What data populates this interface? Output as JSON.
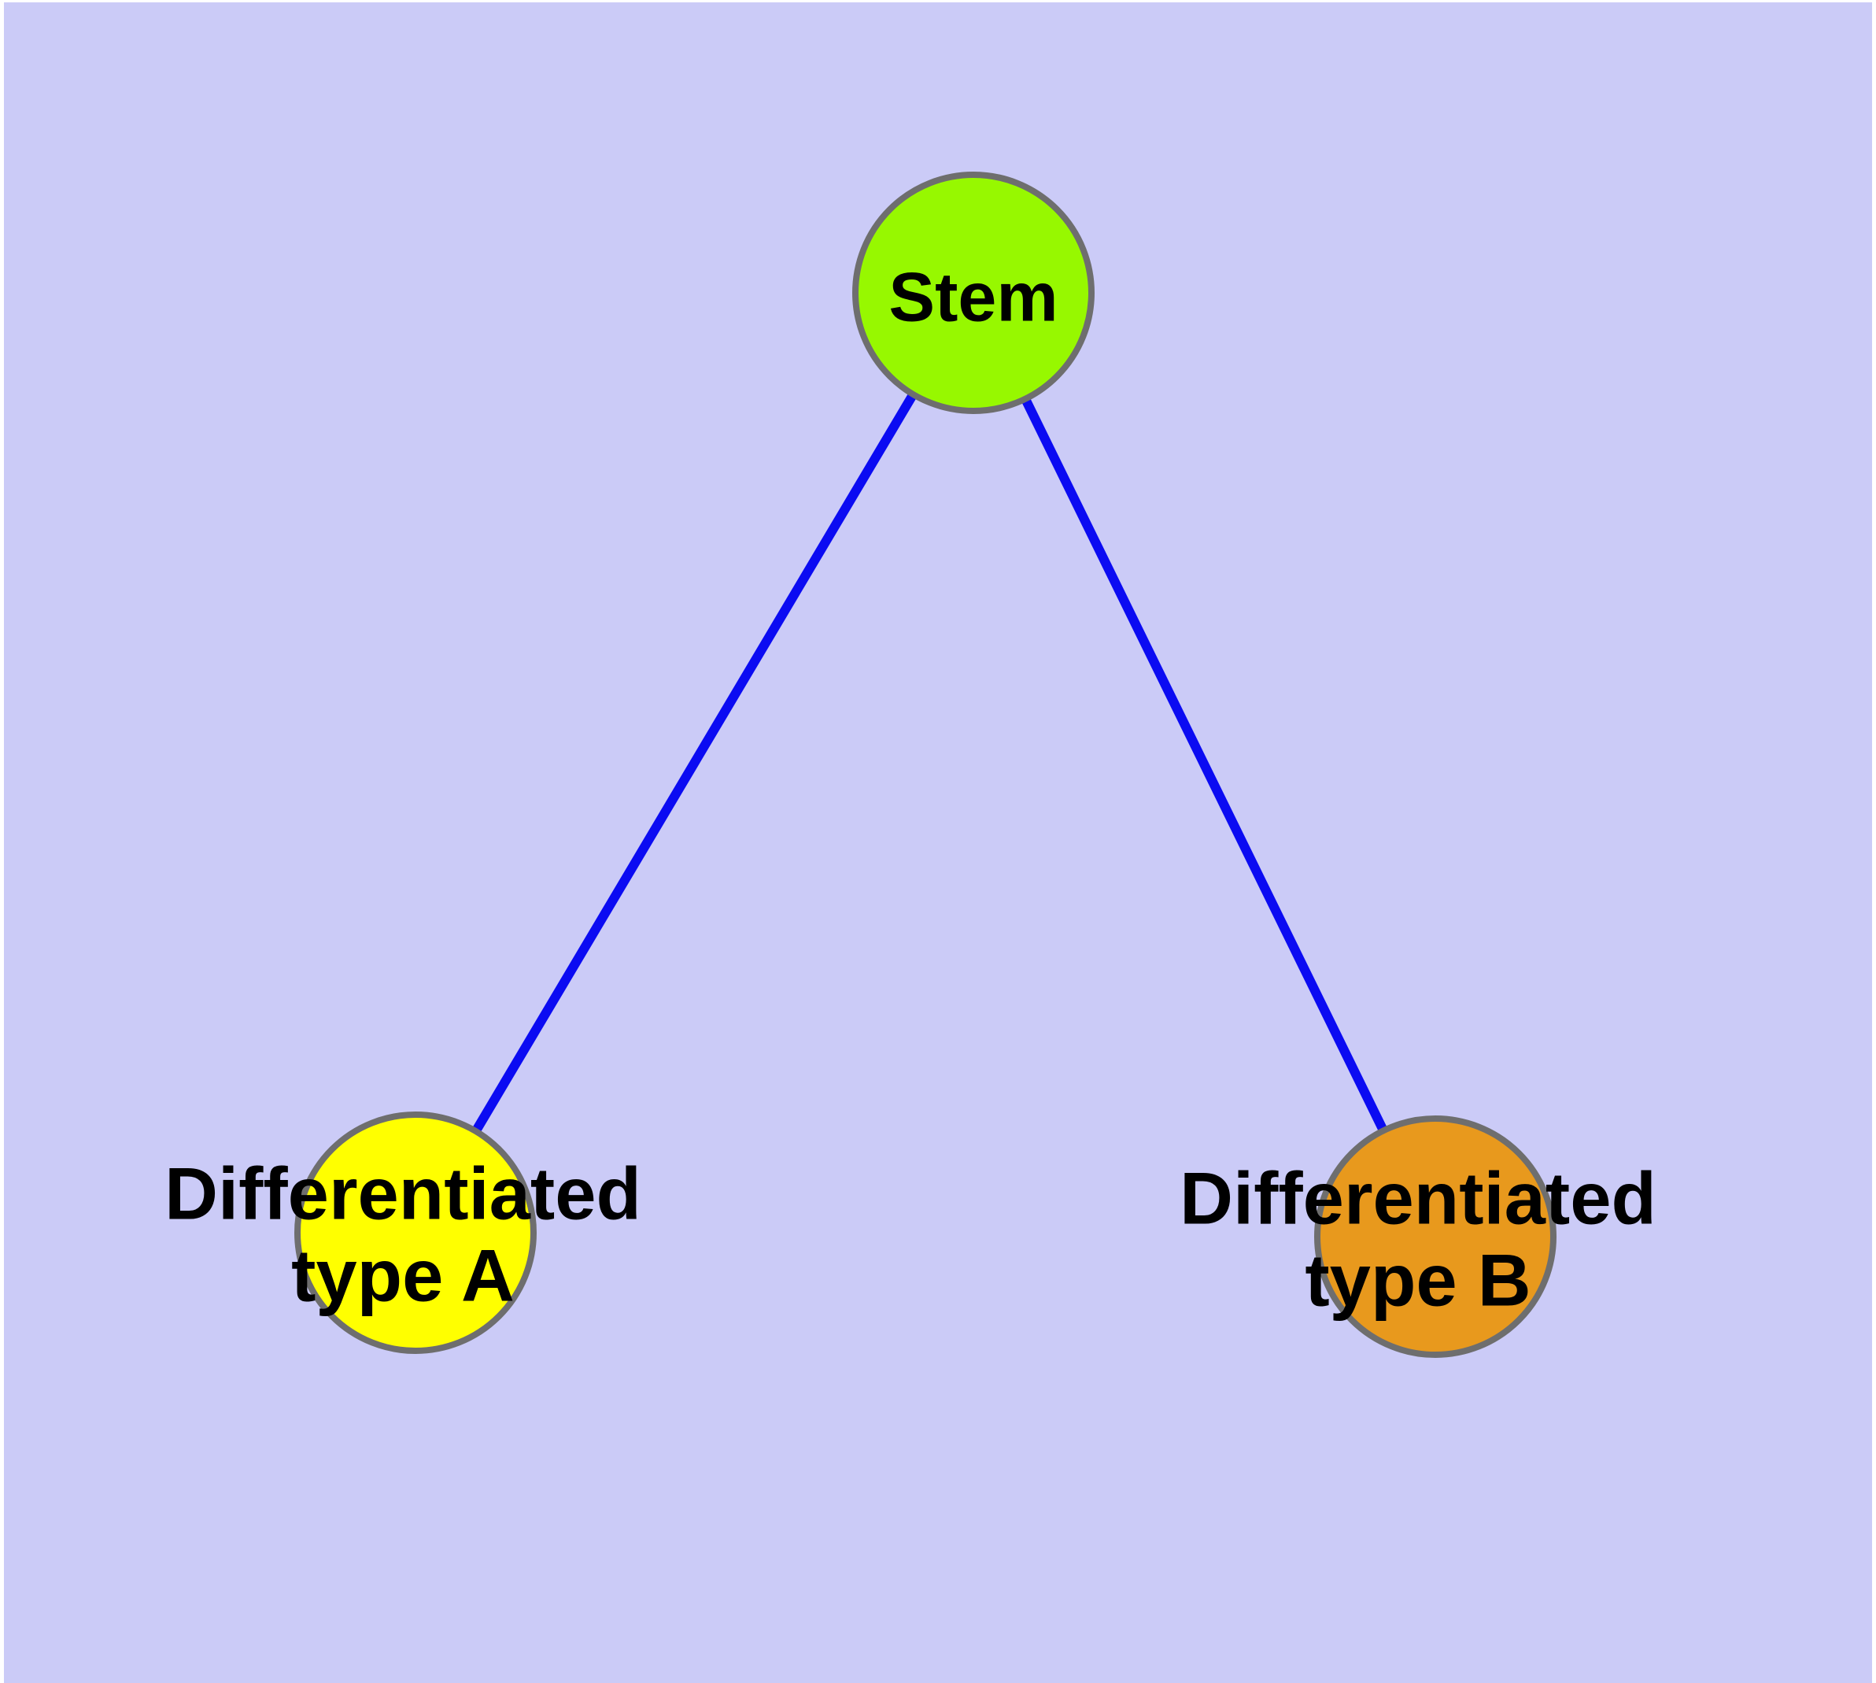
{
  "diagram": {
    "type": "node-link-graph",
    "description": "Cell differentiation lineage diagram: a stem cell node branching into two differentiated cell types",
    "nodes": [
      {
        "id": "stem",
        "label": "Stem",
        "fill": "#97F800"
      },
      {
        "id": "differentiated-type-a",
        "label": "Differentiated type A",
        "label_line1": "Differentiated",
        "label_line2": "type A",
        "fill": "#FFFF00"
      },
      {
        "id": "differentiated-type-b",
        "label": "Differentiated type B",
        "label_line1": "Differentiated",
        "label_line2": "type B",
        "fill": "#E8991D"
      }
    ],
    "edges": [
      {
        "from": "stem",
        "to": "differentiated-type-a"
      },
      {
        "from": "stem",
        "to": "differentiated-type-b"
      }
    ],
    "colors": {
      "canvas_background": "#CBCBF7",
      "frame": "#FFFFFF",
      "edge_stroke": "#0B0BF2",
      "node_border": "#6E6E6E",
      "label_text": "#000000"
    }
  }
}
